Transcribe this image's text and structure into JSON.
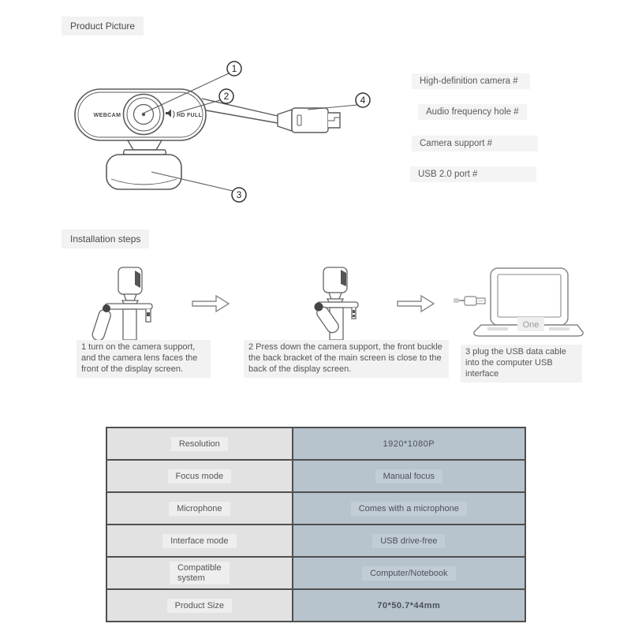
{
  "colors": {
    "label_bg": "#f2f2f2",
    "table_left_bg": "#e2e2e2",
    "table_right_bg": "#b7c3cd",
    "table_border": "#4f4f4f",
    "line_art": "#5a5a5a"
  },
  "product_picture": {
    "section_label": "Product Picture",
    "device": {
      "brand": "WEBCAM",
      "hd_full": "HD FULL"
    },
    "callouts": [
      {
        "num": "1",
        "label": "High-definition camera #"
      },
      {
        "num": "2",
        "label": "Audio frequency hole #"
      },
      {
        "num": "3",
        "label": "Camera support #"
      },
      {
        "num": "4",
        "label": "USB 2.0 port #"
      }
    ]
  },
  "installation": {
    "section_label": "Installation steps",
    "laptop_label": "One",
    "steps": [
      {
        "text": "1 turn on the camera support, and the camera lens faces the front of the display screen."
      },
      {
        "text": "2 Press down the camera support, the front buckle the back bracket of the main screen is close to the back of the display screen."
      },
      {
        "text": "3 plug the USB data cable into the computer USB interface"
      }
    ]
  },
  "specs": {
    "rows": [
      {
        "label": "Resolution",
        "value": "1920*1080P"
      },
      {
        "label": "Focus mode",
        "value": "Manual focus"
      },
      {
        "label": "Microphone",
        "value": "Comes with a microphone"
      },
      {
        "label": "Interface mode",
        "value": "USB drive-free"
      },
      {
        "label": "Compatible\nsystem",
        "value": "Computer/Notebook"
      },
      {
        "label": "Product Size",
        "value": "70*50.7*44mm"
      }
    ]
  }
}
